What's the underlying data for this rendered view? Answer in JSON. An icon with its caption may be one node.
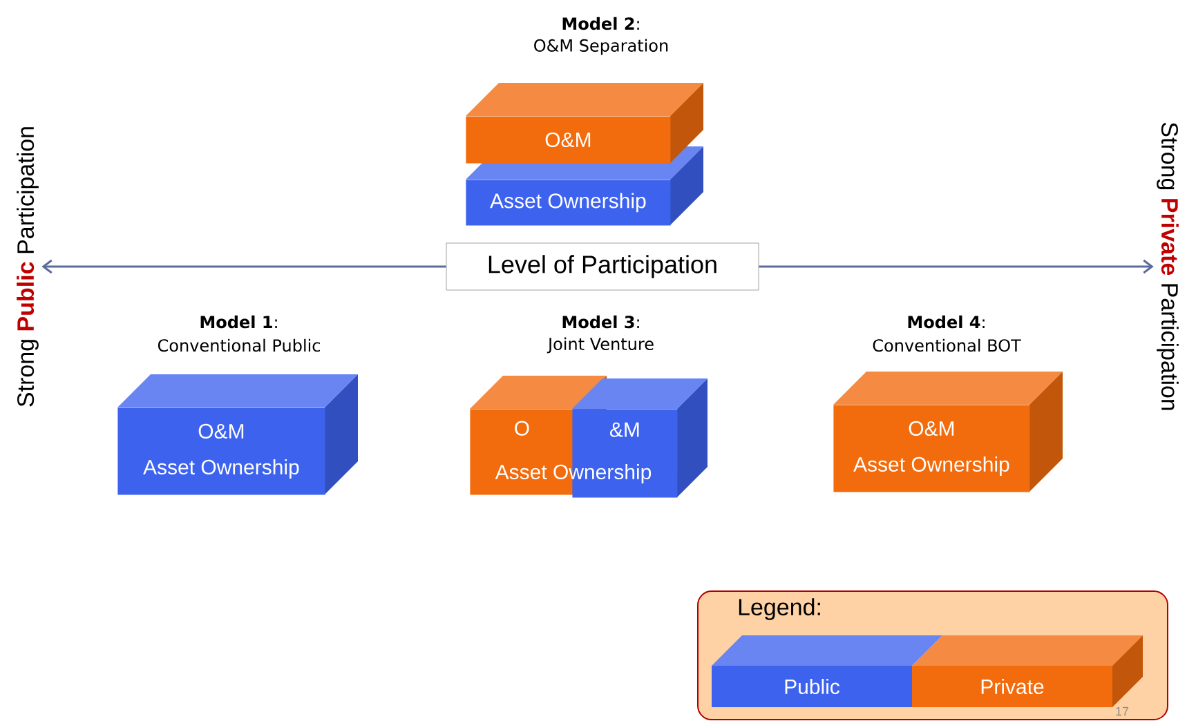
{
  "diagram": {
    "nodes": [
      {
        "text": [
          "O&M"
        ],
        "beside": [
          "**Model 2**:",
          "O&M Separation"
        ]
      },
      {
        "text": [
          "Asset Ownership"
        ]
      },
      {
        "text": [
          "Strong **Public** Participation"
        ]
      },
      {
        "text": [
          "Level of Participation"
        ]
      },
      {
        "text": [
          "Strong **Private** Participation"
        ]
      },
      {
        "text": [
          "O&M",
          "Asset Ownership"
        ],
        "beside": [
          "**Model 1**:",
          "Conventional Public"
        ]
      },
      {
        "text": [
          "O"
        ],
        "beside": [
          "**Model 3**:",
          "Joint Venture"
        ]
      },
      {
        "text": [
          "&M"
        ]
      },
      {
        "text": [
          "O&M",
          "Asset Ownership"
        ],
        "beside": [
          "**Model 4**:",
          "Conventional BOT"
        ]
      }
    ],
    "edges": [
      {
        "from": 3,
        "to": 2,
        "arrow": "to"
      },
      {
        "from": 3,
        "to": 4,
        "arrow": "to"
      }
    ],
    "labels": [
      "Asset Ownership",
      "Legend:",
      "17"
    ],
    "legend": [
      {
        "text": "Public",
        "color": "#3d63ee"
      },
      {
        "text": "Private",
        "color": "#f26b0c"
      }
    ]
  }
}
